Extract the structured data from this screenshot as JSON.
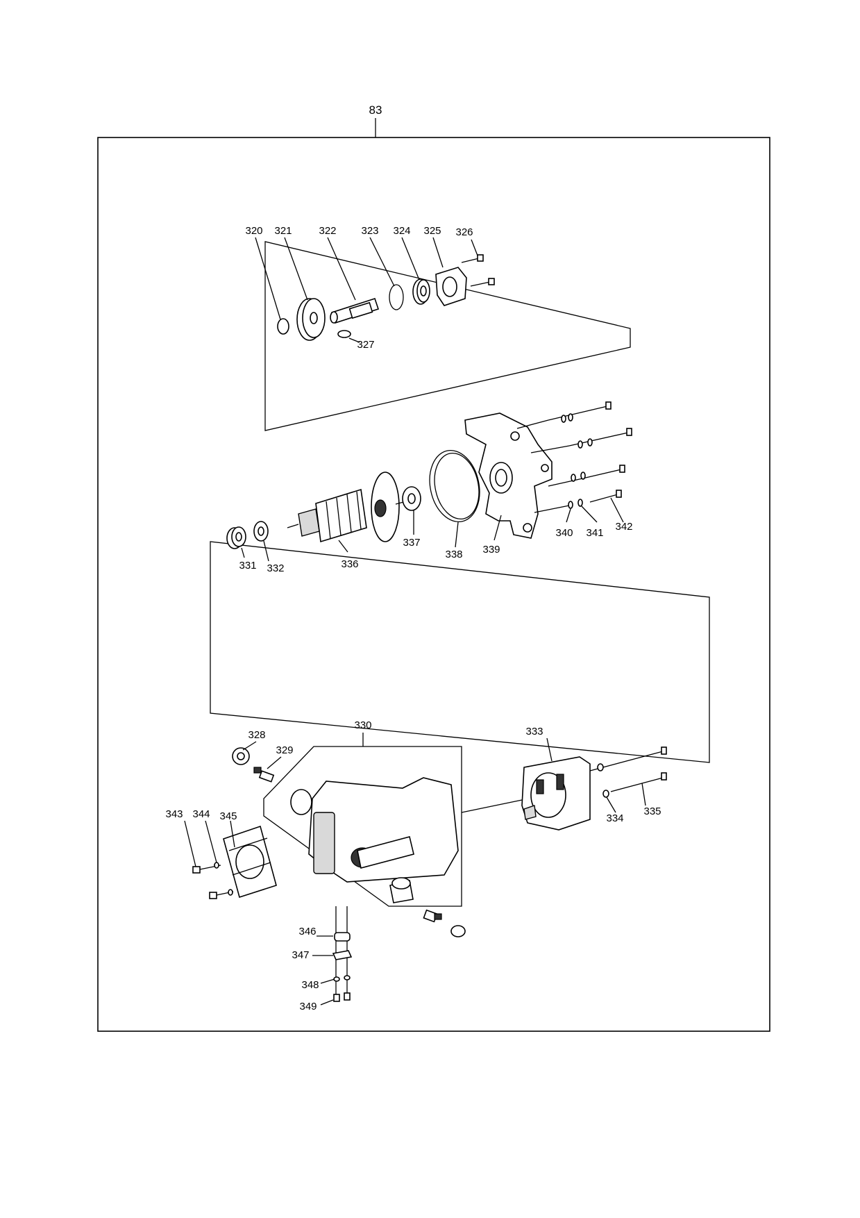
{
  "assembly": {
    "number": "83"
  },
  "callouts": [
    "320",
    "321",
    "322",
    "323",
    "324",
    "325",
    "326",
    "327",
    "328",
    "329",
    "330",
    "331",
    "332",
    "333",
    "334",
    "335",
    "336",
    "337",
    "338",
    "339",
    "340",
    "341",
    "342",
    "343",
    "344",
    "345",
    "346",
    "347",
    "348",
    "349"
  ]
}
